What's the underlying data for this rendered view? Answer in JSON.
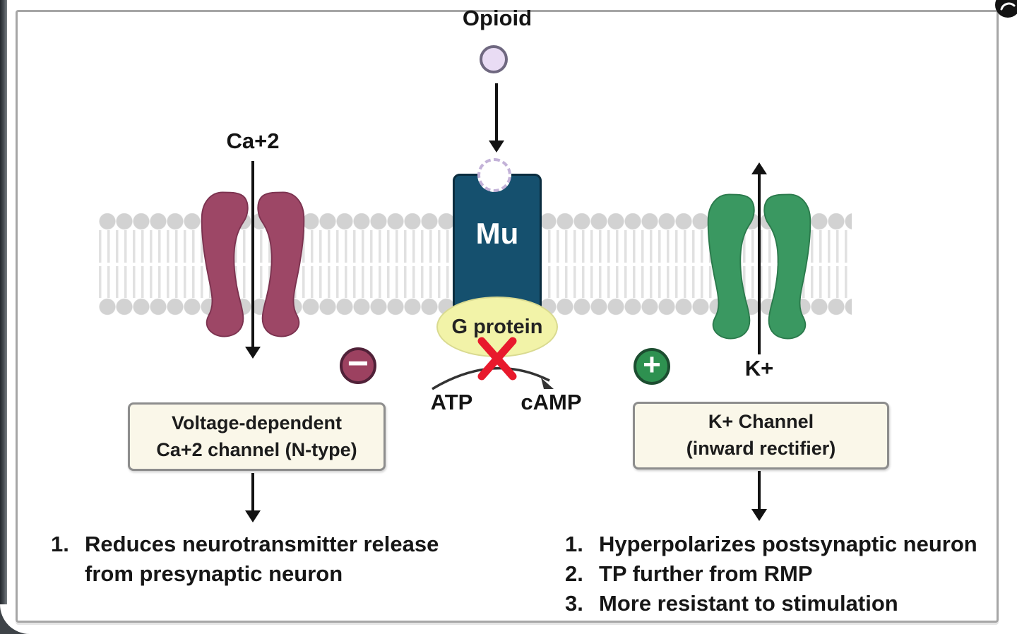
{
  "labels": {
    "opioid": "Opioid",
    "receptor": "Mu",
    "g_protein": "G protein",
    "atp": "ATP",
    "camp": "cAMP",
    "ca_ion": "Ca+2",
    "k_ion": "K+",
    "minus": "−",
    "plus": "+"
  },
  "boxes": {
    "ca": {
      "line1": "Voltage-dependent",
      "line2": "Ca+2 channel (N-type)"
    },
    "k": {
      "line1": "K+ Channel",
      "line2": "(inward rectifier)"
    }
  },
  "effects": {
    "ca": {
      "items": [
        {
          "num": "1.",
          "line1": "Reduces neurotransmitter release",
          "line2": "from presynaptic neuron"
        }
      ]
    },
    "k": {
      "items": [
        {
          "num": "1.",
          "text": "Hyperpolarizes postsynaptic neuron"
        },
        {
          "num": "2.",
          "text": "TP further from RMP"
        },
        {
          "num": "3.",
          "text": "More resistant to stimulation"
        }
      ]
    }
  },
  "colors": {
    "receptor_blue": "#15506e",
    "channel_maroon": "#9d4766",
    "badge_maroon": "#9c4160",
    "channel_green": "#3a9861",
    "badge_green": "#2e9150",
    "opioid_fill": "#e9dcf4",
    "g_protein_yellow": "#f2f3a8",
    "label_box_cream": "#faf7e9",
    "inhibit_x_red": "#e8192c",
    "membrane_gray": "#d2d2d2"
  }
}
